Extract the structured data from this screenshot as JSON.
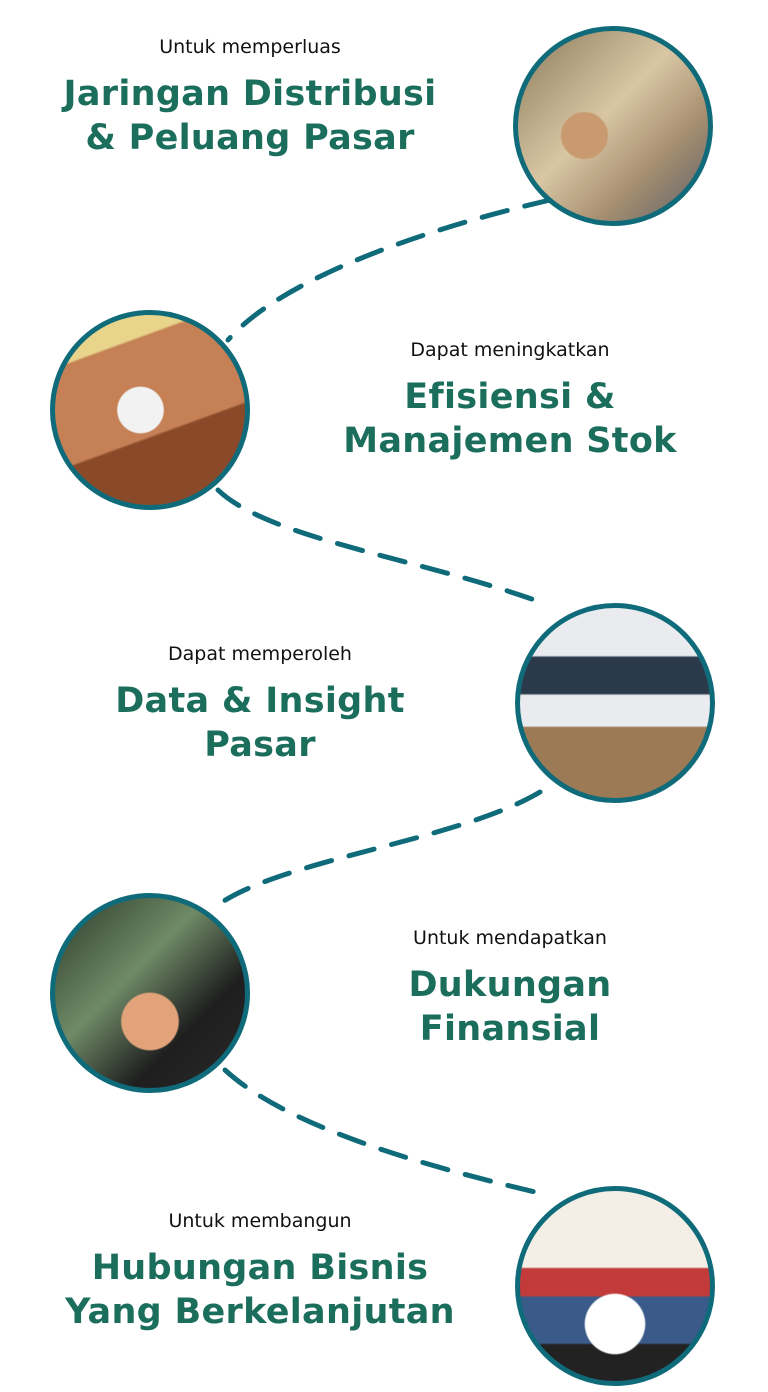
{
  "colors": {
    "title": "#1b6d5c",
    "accent": "#0f6b7a"
  },
  "items": [
    {
      "subtitle": "Untuk memperluas",
      "title_lines": [
        "Jaringan Distribusi",
        "& Peluang Pasar"
      ]
    },
    {
      "subtitle": "Dapat meningkatkan",
      "title_lines": [
        "Efisiensi &",
        "Manajemen Stok"
      ]
    },
    {
      "subtitle": "Dapat memperoleh",
      "title_lines": [
        "Data & Insight",
        "Pasar"
      ]
    },
    {
      "subtitle": "Untuk mendapatkan",
      "title_lines": [
        "Dukungan",
        "Finansial"
      ]
    },
    {
      "subtitle": "Untuk membangun",
      "title_lines": [
        "Hubungan Bisnis",
        "Yang Berkelanjutan"
      ]
    }
  ]
}
